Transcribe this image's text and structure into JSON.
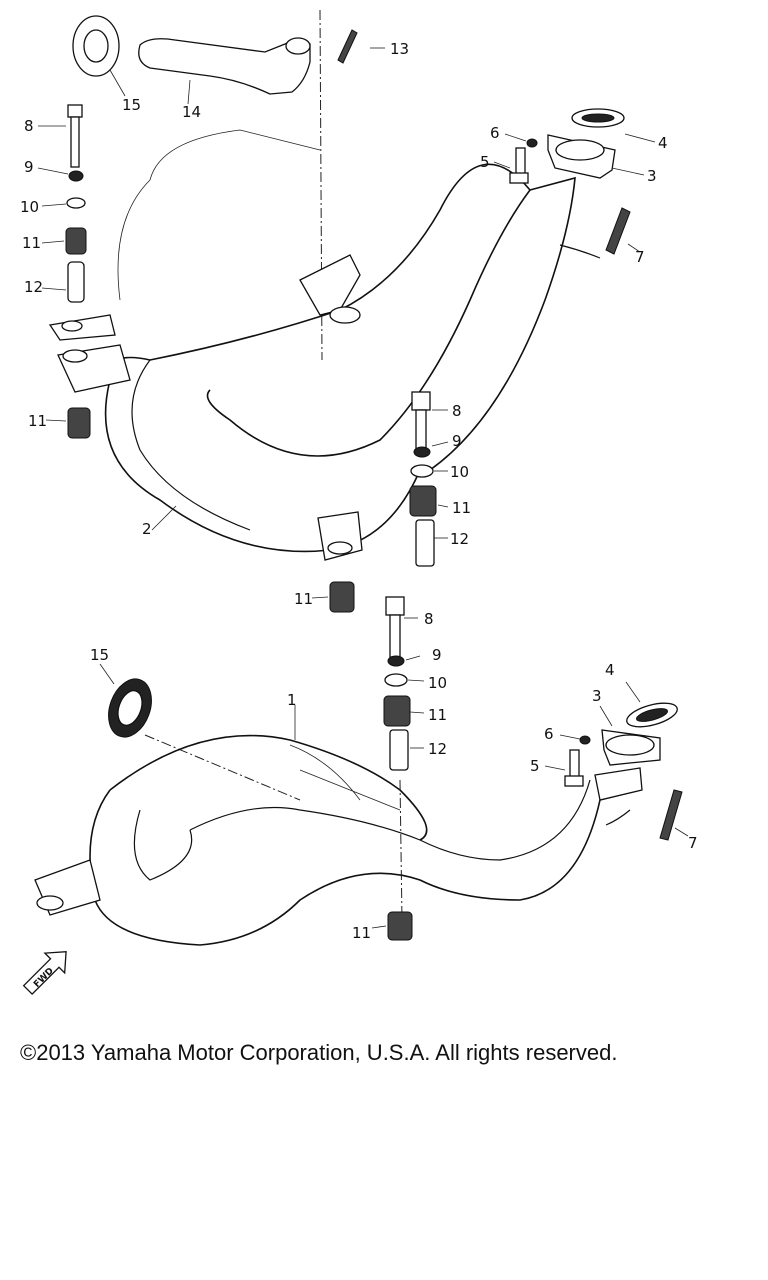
{
  "diagram": {
    "callouts": {
      "c1": "1",
      "c2": "2",
      "c3": "3",
      "c4": "4",
      "c5": "5",
      "c6": "6",
      "c7": "7",
      "c8": "8",
      "c9": "9",
      "c10": "10",
      "c11": "11",
      "c12": "12",
      "c13": "13",
      "c14": "14",
      "c15": "15"
    },
    "fwd_label": "FWD"
  },
  "footer": {
    "copyright": "©2013 Yamaha Motor Corporation, U.S.A. All rights reserved."
  }
}
